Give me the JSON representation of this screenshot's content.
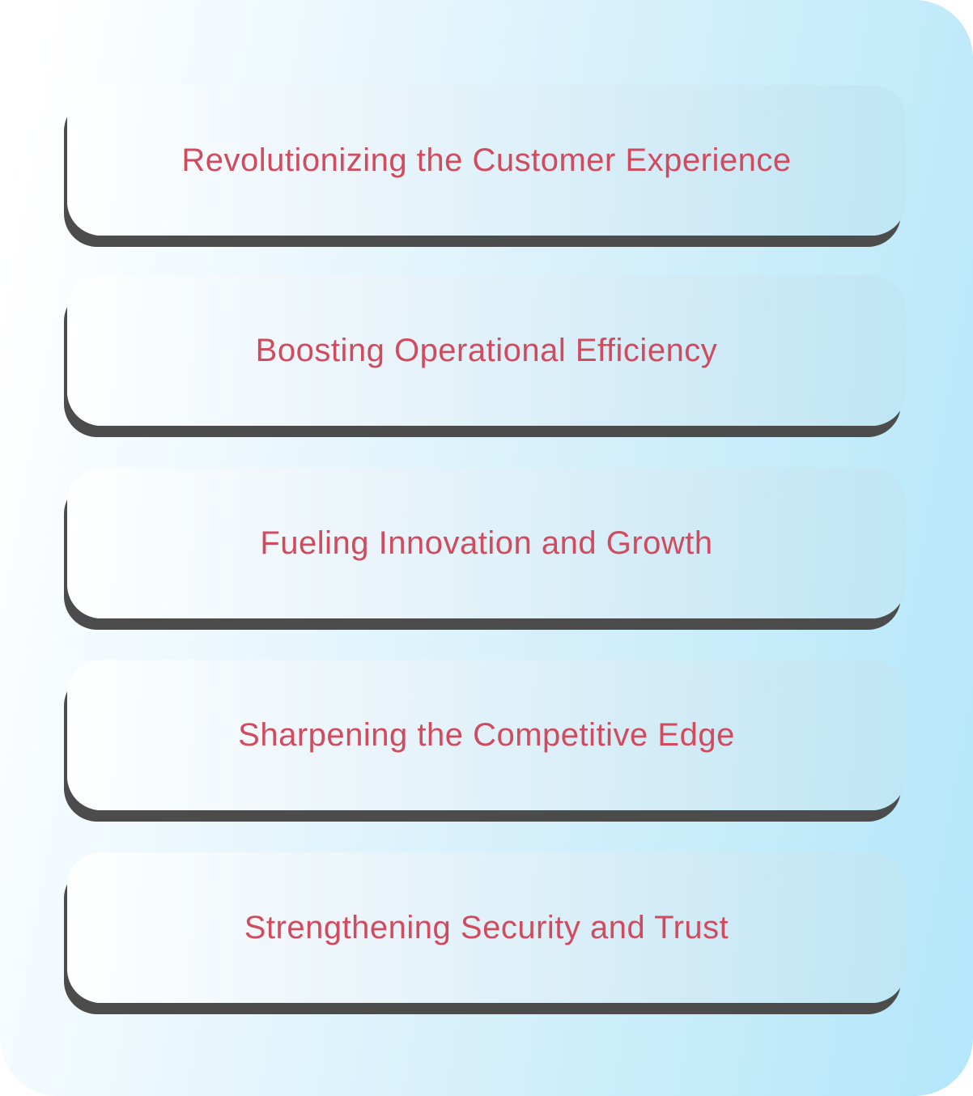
{
  "infographic": {
    "cards": [
      {
        "label": "Revolutionizing the Customer Experience"
      },
      {
        "label": "Boosting Operational Efficiency"
      },
      {
        "label": "Fueling Innovation and Growth"
      },
      {
        "label": "Sharpening the Competitive Edge"
      },
      {
        "label": "Strengthening Security and Trust"
      }
    ]
  },
  "colors": {
    "accent_text": "#d14b5e",
    "background_gradient_start": "#ffffff",
    "background_gradient_mid": "#d9f1fb",
    "background_gradient_end": "#b4e7fa",
    "card_gradient_start": "#feffff",
    "card_gradient_mid": "#e9f4fa",
    "card_gradient_end": "#bfe5f4",
    "card_shadow": "#4c4c4c"
  }
}
